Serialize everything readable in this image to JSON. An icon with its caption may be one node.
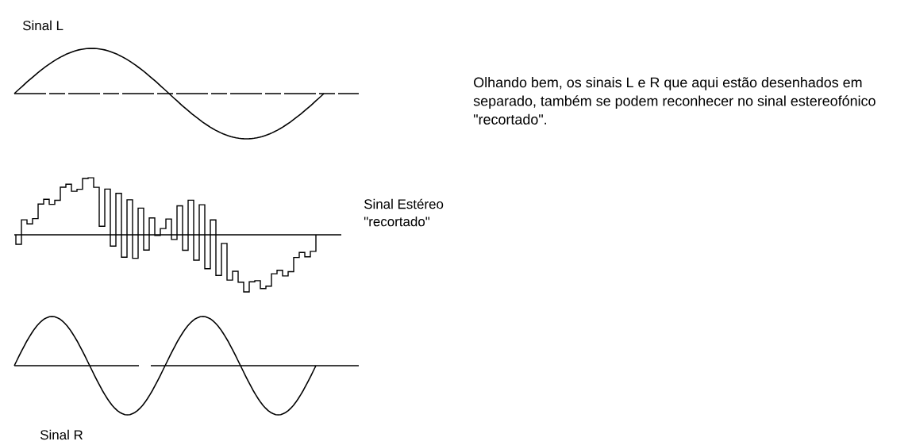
{
  "diagram": {
    "labels": [
      "Sinal L",
      "Olhando bem, os sinais L e R que aqui estão desenhados em separado, também se podem reconhecer no sinal estereofónico \"recortado\".",
      "Sinal Estéreo \"recortado\"",
      "Sinal R"
    ]
  }
}
